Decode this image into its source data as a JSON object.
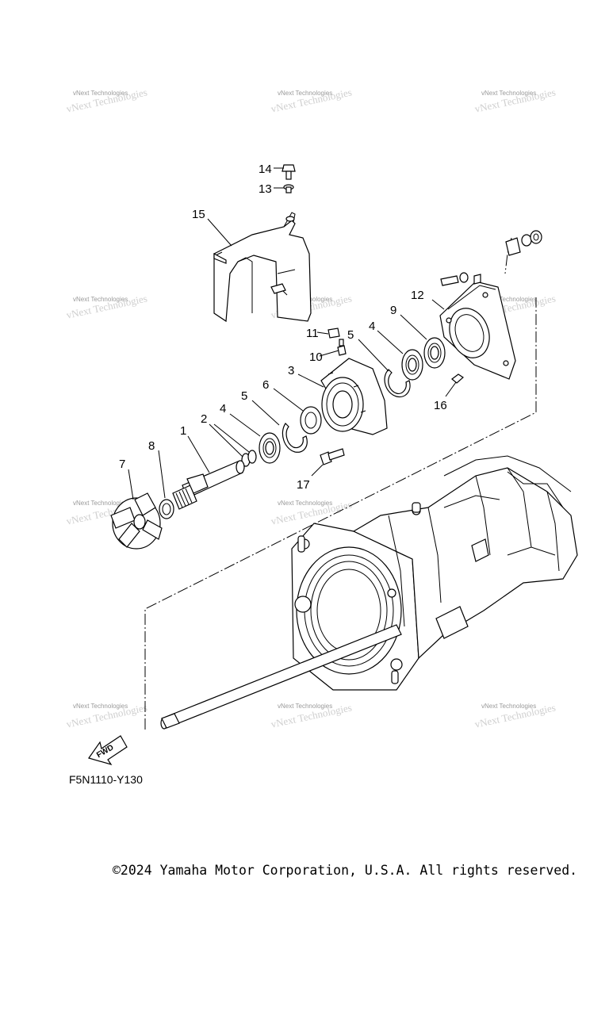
{
  "diagram": {
    "code": "F5N1110-Y130",
    "fwd_label": "FWD",
    "copyright": "©2024 Yamaha Motor Corporation, U.S.A. All rights reserved.",
    "watermark": "vNext Technologies",
    "callouts": [
      "1",
      "2",
      "3",
      "4",
      "4",
      "5",
      "5",
      "6",
      "7",
      "8",
      "9",
      "10",
      "11",
      "12",
      "13",
      "14",
      "15",
      "16",
      "17"
    ]
  }
}
